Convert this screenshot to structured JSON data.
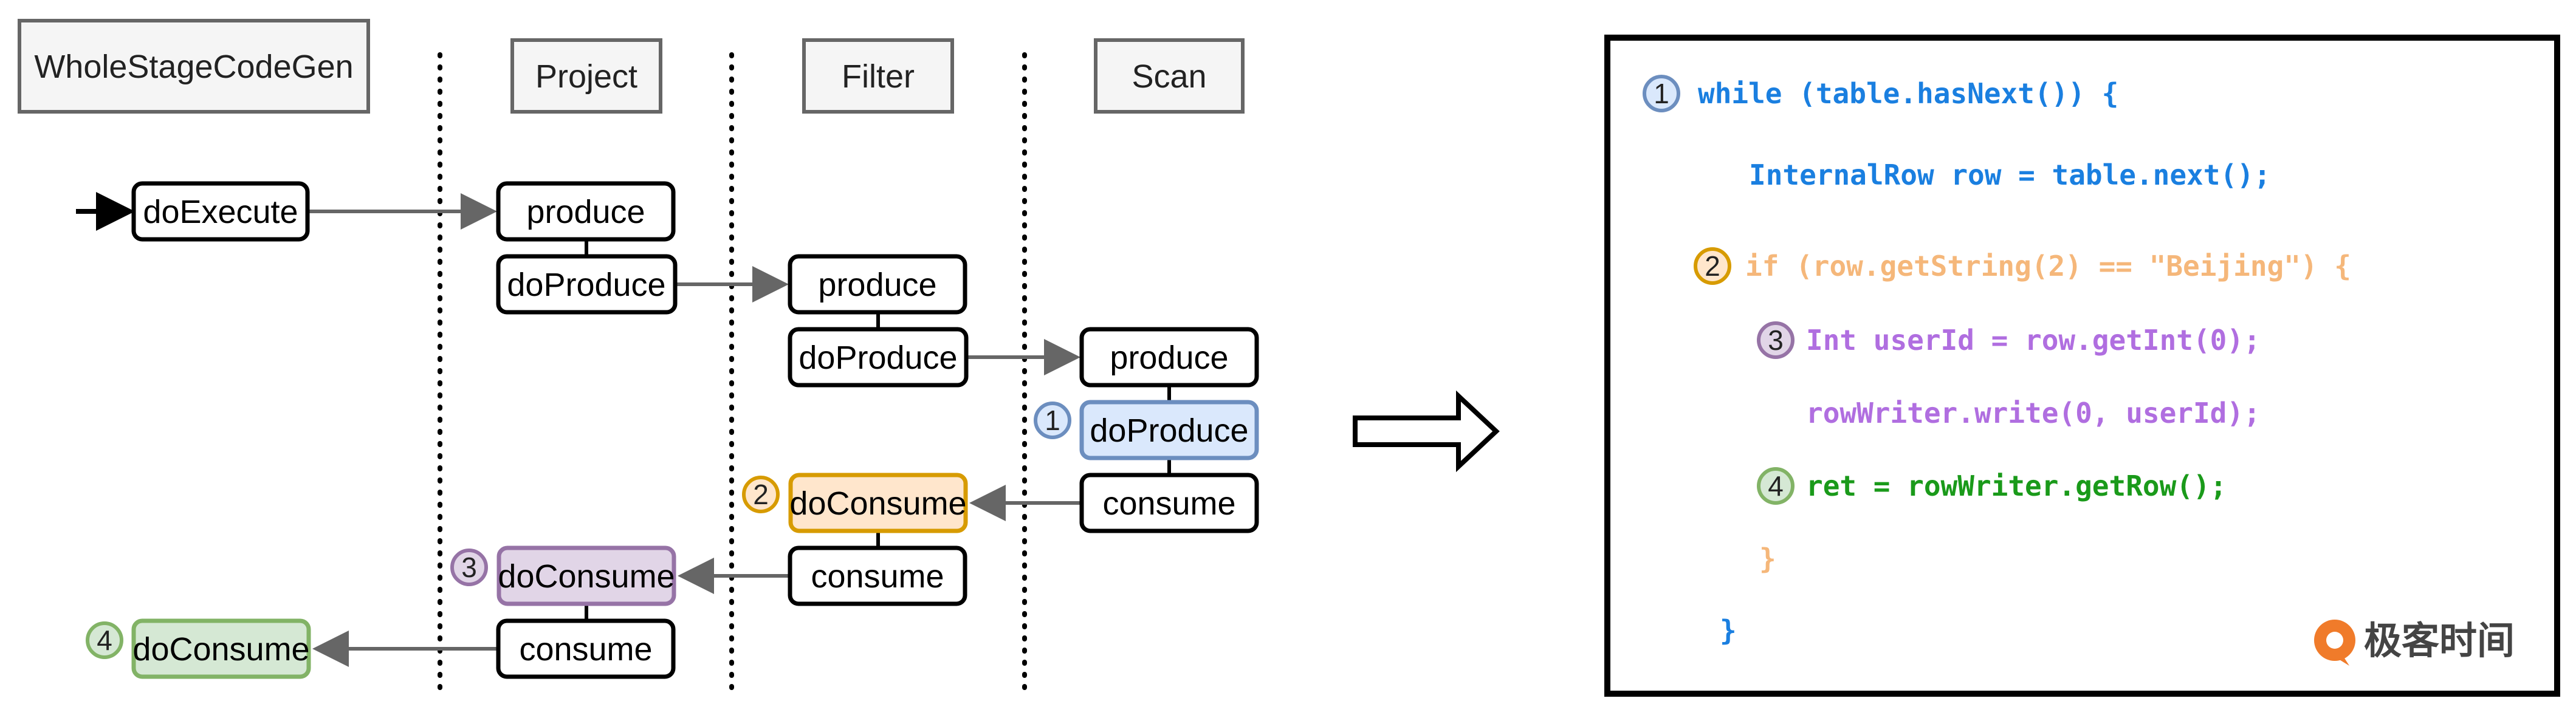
{
  "headers": {
    "wholestage": "WholeStageCodeGen",
    "project": "Project",
    "filter": "Filter",
    "scan": "Scan"
  },
  "nodes": {
    "ws_doexecute": "doExecute",
    "ws_doconsume": "doConsume",
    "project_produce": "produce",
    "project_doproduce": "doProduce",
    "project_doconsume": "doConsume",
    "project_consume": "consume",
    "filter_produce": "produce",
    "filter_doproduce": "doProduce",
    "filter_doconsume": "doConsume",
    "filter_consume": "consume",
    "scan_produce": "produce",
    "scan_doproduce": "doProduce",
    "scan_consume": "consume"
  },
  "markers": {
    "m1": "1",
    "m2": "2",
    "m3": "3",
    "m4": "4"
  },
  "code": {
    "n1": "1",
    "n2": "2",
    "n3": "3",
    "n4": "4",
    "line1": "while (table.hasNext()) {",
    "line2": "InternalRow row = table.next();",
    "line3": "if (row.getString(2) == \"Beijing\") {",
    "line4": "Int userId = row.getInt(0);",
    "line5": "rowWriter.write(0, userId);",
    "line6": "ret = rowWriter.getRow();",
    "line7": "}",
    "line8": "}"
  },
  "logo": {
    "text": "极客时间"
  },
  "colors": {
    "blue_fill": "#dae8fc",
    "blue_stroke": "#6c8ebf",
    "orange_fill": "#ffe6cc",
    "orange_stroke": "#d79b00",
    "purple_fill": "#e1d5e7",
    "purple_stroke": "#9673a6",
    "green_fill": "#d5e8d4",
    "green_stroke": "#82b366",
    "code_blue": "#1a7fe0",
    "code_orange": "#f5b77a",
    "code_purple": "#b06ee0",
    "code_green": "#1a9a1a"
  }
}
